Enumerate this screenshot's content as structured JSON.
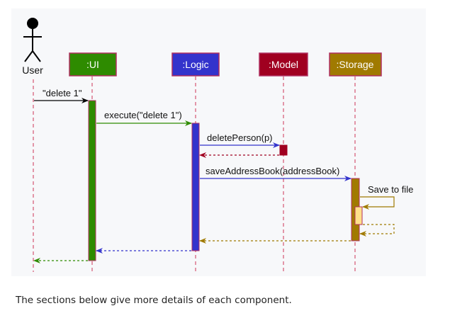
{
  "diagram": {
    "actor": {
      "label": "User"
    },
    "participants": [
      {
        "id": "ui",
        "label": ":UI",
        "color": "#2e8b00"
      },
      {
        "id": "logic",
        "label": ":Logic",
        "color": "#3333cc"
      },
      {
        "id": "model",
        "label": ":Model",
        "color": "#a00020"
      },
      {
        "id": "storage",
        "label": ":Storage",
        "color": "#a07a00"
      }
    ],
    "messages": [
      {
        "id": "m1",
        "label": "\"delete 1\""
      },
      {
        "id": "m2",
        "label": "execute(\"delete 1\")"
      },
      {
        "id": "m3",
        "label": "deletePerson(p)"
      },
      {
        "id": "m4",
        "label": "saveAddressBook(addressBook)"
      },
      {
        "id": "m5",
        "label": "Save to file"
      }
    ],
    "colors": {
      "user_message": "#000000",
      "ui": "#2e8b00",
      "logic": "#3333cc",
      "model": "#a00020",
      "storage": "#a07a00",
      "storage_inner": "#ffe08a",
      "lifeline": "#cc3355"
    }
  },
  "caption": "The sections below give more details of each component."
}
